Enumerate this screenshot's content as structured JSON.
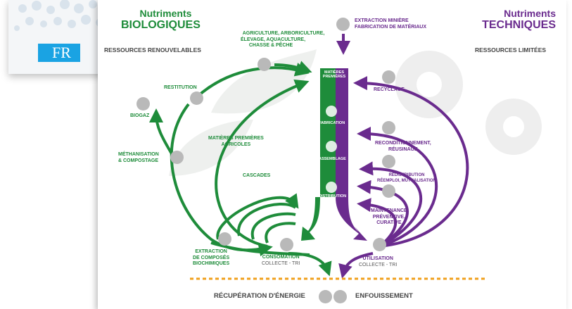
{
  "language_badge": "FR",
  "left_title": {
    "line1": "Nutriments",
    "line2": "BIOLOGIQUES"
  },
  "left_subtitle": "RESSOURCES RENOUVELABLES",
  "right_title": {
    "line1": "Nutriments",
    "line2": "TECHNIQUES"
  },
  "right_subtitle": "RESSOURCES LIMITÉES",
  "extraction_top": {
    "line1": "EXTRACTION MINIÈRE",
    "line2": "FABRICATION DE MATÉRIAUX"
  },
  "agriculture": {
    "line1": "AGRICULTURE, ARBORICULTURE,",
    "line2": "ÉLEVAGE, AQUACULTURE,",
    "line3": "CHASSE & PÊCHE"
  },
  "restitution": "RESTITUTION",
  "biogaz": "BIOGAZ",
  "methanisation": {
    "line1": "MÉTHANISATION",
    "line2": "& COMPOSTAGE"
  },
  "matieres_agricoles": {
    "line1": "MATIÈRES PREMIÈRES",
    "line2": "AGRICOLES"
  },
  "cascades": "CASCADES",
  "extraction_bio": {
    "line1": "EXTRACTION",
    "line2": "DE COMPOSÉS",
    "line3": "BIOCHIMIQUES"
  },
  "consommation": {
    "line1": "CONSOMATION",
    "line2": "COLLECTE - TRI"
  },
  "stem": {
    "matieres_1": "MATIÈRES",
    "matieres_2": "PREMIÈRES",
    "fabrication": "FABRICATION",
    "assemblage": "ASSEMBLAGE",
    "distribution": "DISTRIBUTION"
  },
  "recyclage": "RECYCLAGE",
  "reconditionnement": {
    "line1": "RECONDITIONNEMENT,",
    "line2": "RÉUSINAGE"
  },
  "redistribution": {
    "line1": "REDISTRIBUTION",
    "line2": "RÉEMPLOI, MUTUALISATION"
  },
  "maintenance": {
    "line1": "MAINTENANCE",
    "line2": "PRÉVENTIVE,",
    "line3": "CURATIVE"
  },
  "utilisation": {
    "line1": "UTILISATION",
    "line2": "COLLECTE - TRI"
  },
  "recuperation": "RÉCUPÉRATION D'ÉNERGIE",
  "enfouissement": "ENFOUISSEMENT",
  "colors": {
    "green": "#1e8c3a",
    "purple": "#6a2b8e",
    "orange": "#f0a01e",
    "icon_grey": "#b9b9b9"
  }
}
